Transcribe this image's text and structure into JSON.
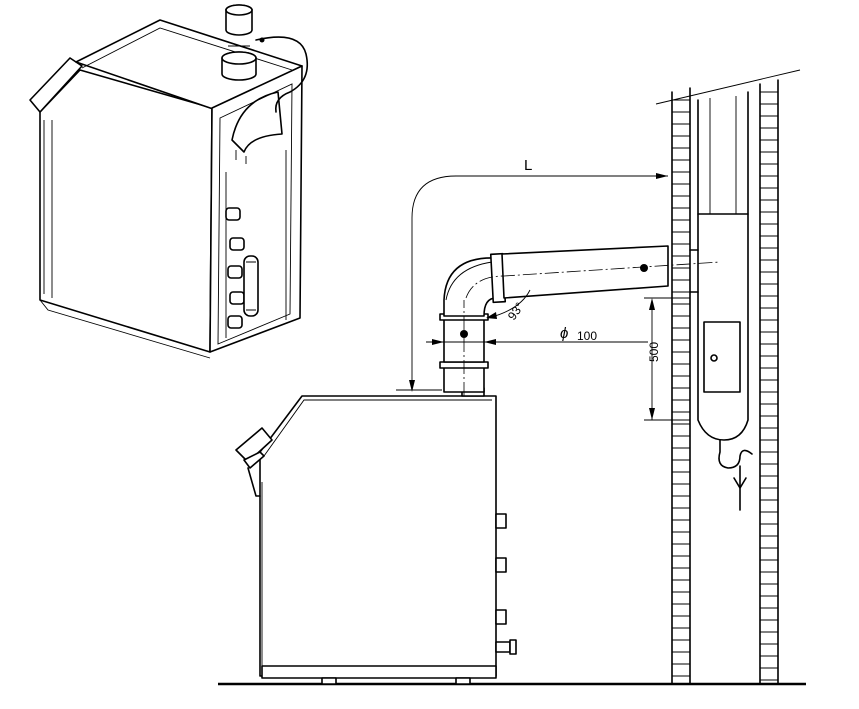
{
  "labels": {
    "length": "L",
    "diameter_symbol": "ϕ",
    "diameter_value": "100",
    "angle": "93°",
    "height": "500"
  }
}
